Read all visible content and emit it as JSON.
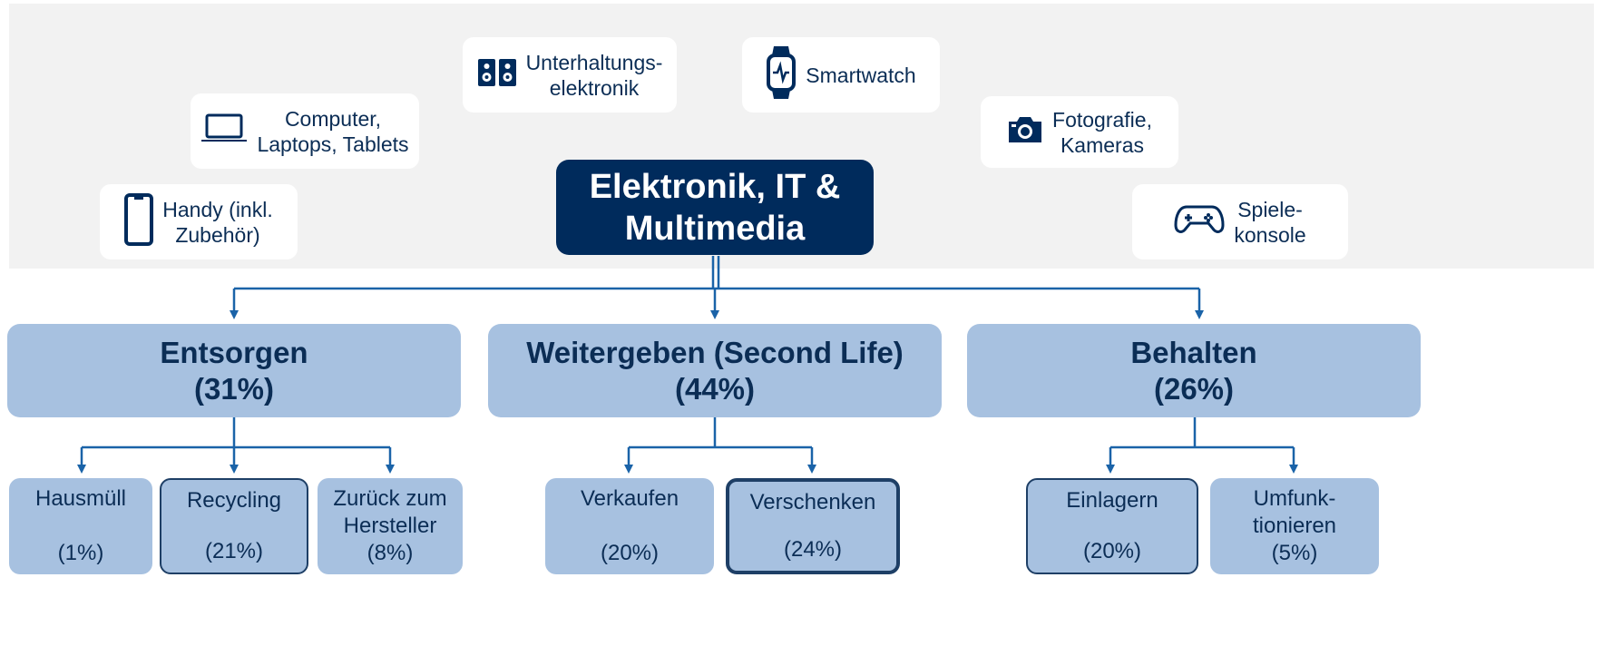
{
  "center": {
    "title": "Elektronik, IT &\nMultimedia"
  },
  "categories": [
    {
      "label": "Handy (inkl.\nZubehör)",
      "icon": "smartphone-icon"
    },
    {
      "label": "Computer,\nLaptops, Tablets",
      "icon": "laptop-icon"
    },
    {
      "label": "Unterhaltungs-\nelektronik",
      "icon": "speakers-icon"
    },
    {
      "label": "Smartwatch",
      "icon": "smartwatch-icon"
    },
    {
      "label": "Fotografie,\nKameras",
      "icon": "camera-icon"
    },
    {
      "label": "Spiele-\nkonsole",
      "icon": "gamepad-icon"
    }
  ],
  "options": [
    {
      "title": "Entsorgen",
      "pct": "(31%)"
    },
    {
      "title": "Weitergeben (Second Life)",
      "pct": "(44%)"
    },
    {
      "title": "Behalten",
      "pct": "(26%)"
    }
  ],
  "sub_options": [
    {
      "label": "Hausmüll",
      "pct": "(1%)"
    },
    {
      "label": "Recycling",
      "pct": "(21%)"
    },
    {
      "label": "Zurück zum\nHersteller",
      "pct": "(8%)"
    },
    {
      "label": "Verkaufen",
      "pct": "(20%)"
    },
    {
      "label": "Verschenken",
      "pct": "(24%)"
    },
    {
      "label": "Einlagern",
      "pct": "(20%)"
    },
    {
      "label": "Umfunk-\ntionieren",
      "pct": "(5%)"
    }
  ],
  "colors": {
    "dark": "#002b5c",
    "box": "#a7c1e0",
    "line": "#1a63a8",
    "text": "#0b2d55",
    "band": "#f2f2f2"
  }
}
